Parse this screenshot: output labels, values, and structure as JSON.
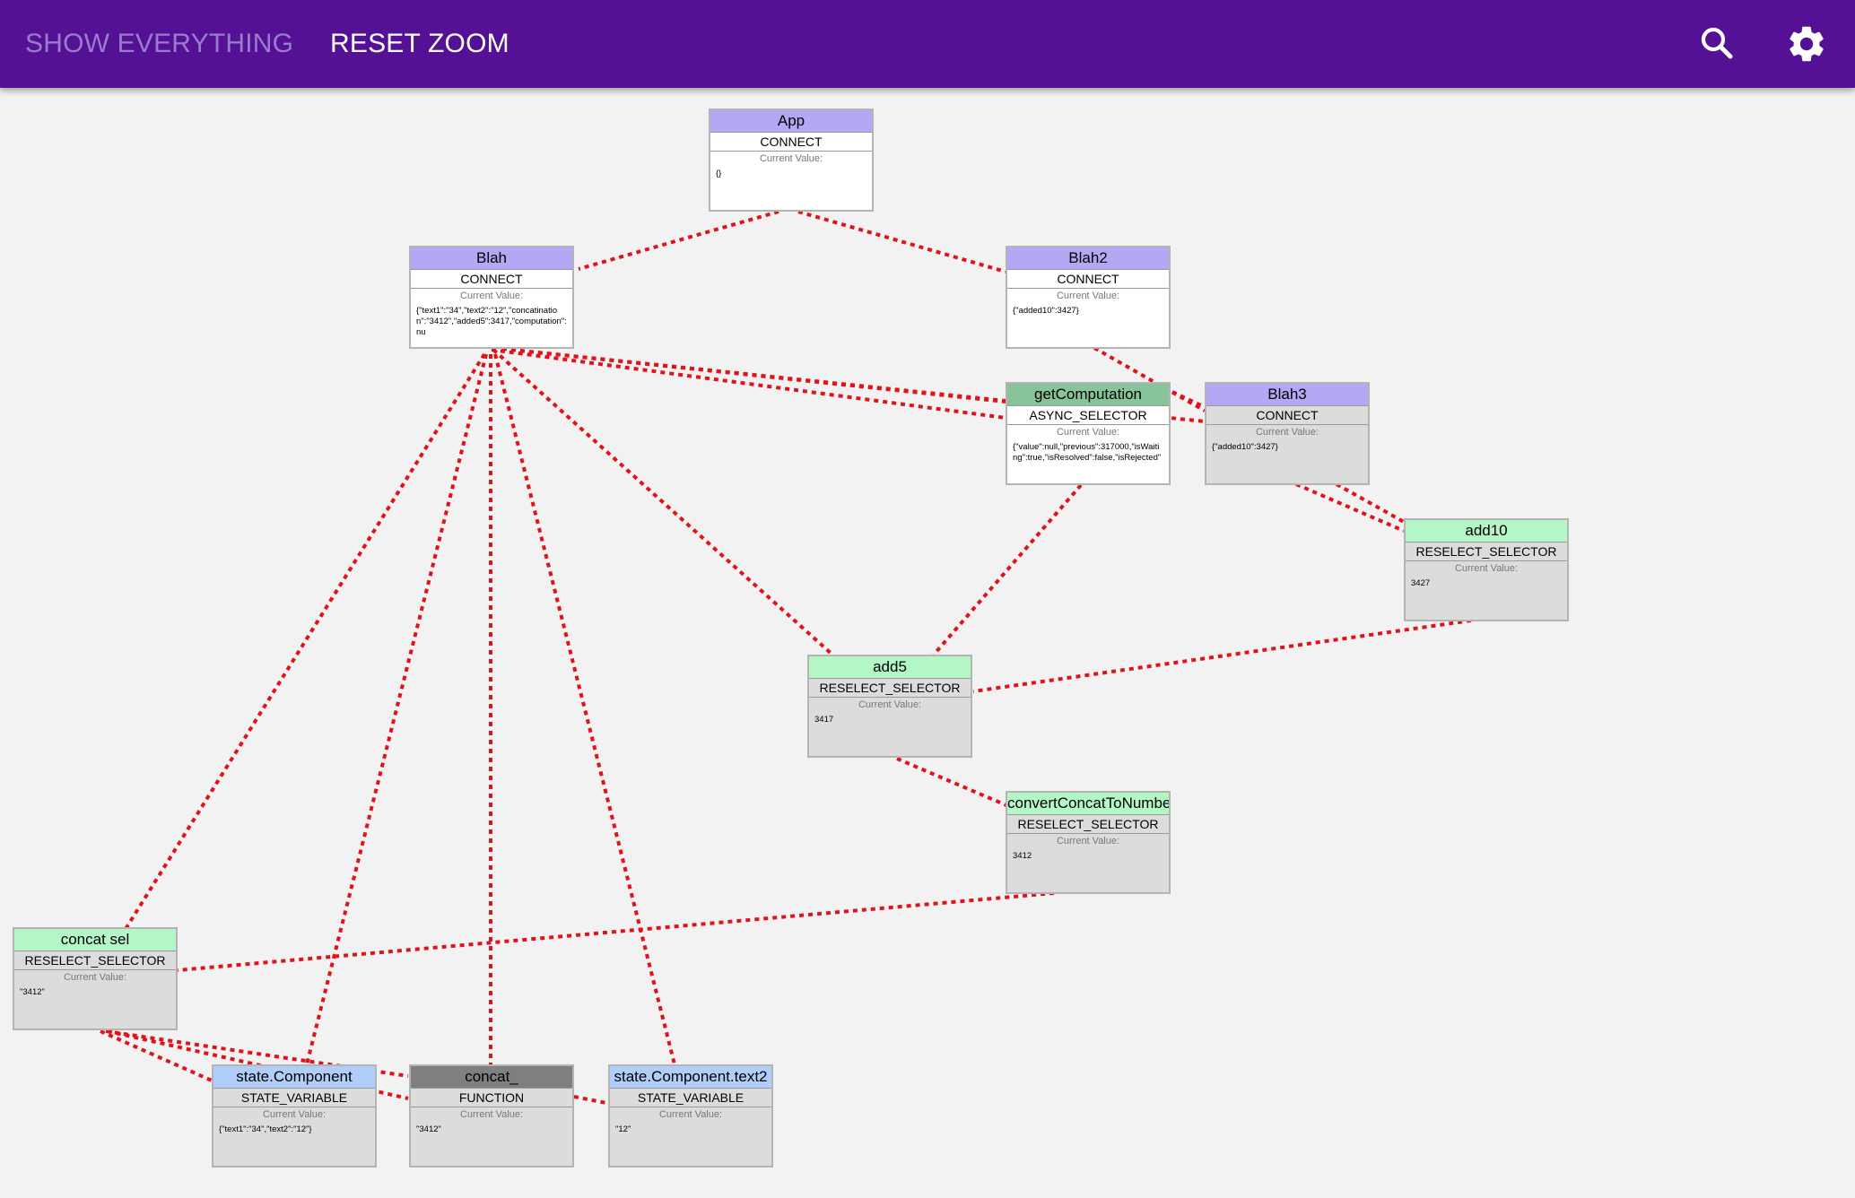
{
  "appbar": {
    "show_everything_label": "SHOW EVERYTHING",
    "reset_zoom_label": "RESET ZOOM",
    "search_icon": "search-icon",
    "settings_icon": "gear-icon",
    "background": "#541196"
  },
  "colors": {
    "connect": "#b4a8f5",
    "reselect_selector": "#b3f7c6",
    "async_selector": "#87c49a",
    "state_variable": "#b1cdf9",
    "function": "#7f7f7f",
    "edge": "#e0121a",
    "active_body": "#ffffff",
    "inactive_body": "#dcdcdc"
  },
  "current_value_label": "Current Value:",
  "nodes": {
    "app": {
      "title": "App",
      "type": "CONNECT",
      "value": "{}"
    },
    "blah": {
      "title": "Blah",
      "type": "CONNECT",
      "value": "{\"text1\":\"34\",\"text2\":\"12\",\"concatination\":\"3412\",\"added5\":3417,\"computation\":nu"
    },
    "blah2": {
      "title": "Blah2",
      "type": "CONNECT",
      "value": "{\"added10\":3427}"
    },
    "getComputation": {
      "title": "getComputation",
      "type": "ASYNC_SELECTOR",
      "value": "{\"value\":null,\"previous\":317000,\"isWaiting\":true,\"isResolved\":false,\"isRejected\""
    },
    "blah3": {
      "title": "Blah3",
      "type": "CONNECT",
      "value": "{\"added10\":3427}"
    },
    "add10": {
      "title": "add10",
      "type": "RESELECT_SELECTOR",
      "value": "3427"
    },
    "add5": {
      "title": "add5",
      "type": "RESELECT_SELECTOR",
      "value": "3417"
    },
    "convertConcatToNumber": {
      "title": "convertConcatToNumber",
      "type": "RESELECT_SELECTOR",
      "value": "3412"
    },
    "concatSel": {
      "title": "concat sel",
      "type": "RESELECT_SELECTOR",
      "value": "\"3412\""
    },
    "stateComponent": {
      "title": "state.Component",
      "type": "STATE_VARIABLE",
      "value": "{\"text1\":\"34\",\"text2\":\"12\"}"
    },
    "concatFn": {
      "title": "concat_",
      "type": "FUNCTION",
      "value": "\"3412\""
    },
    "stateComponentText2": {
      "title": "state.Component.text2",
      "type": "STATE_VARIABLE",
      "value": "\"12\""
    }
  }
}
